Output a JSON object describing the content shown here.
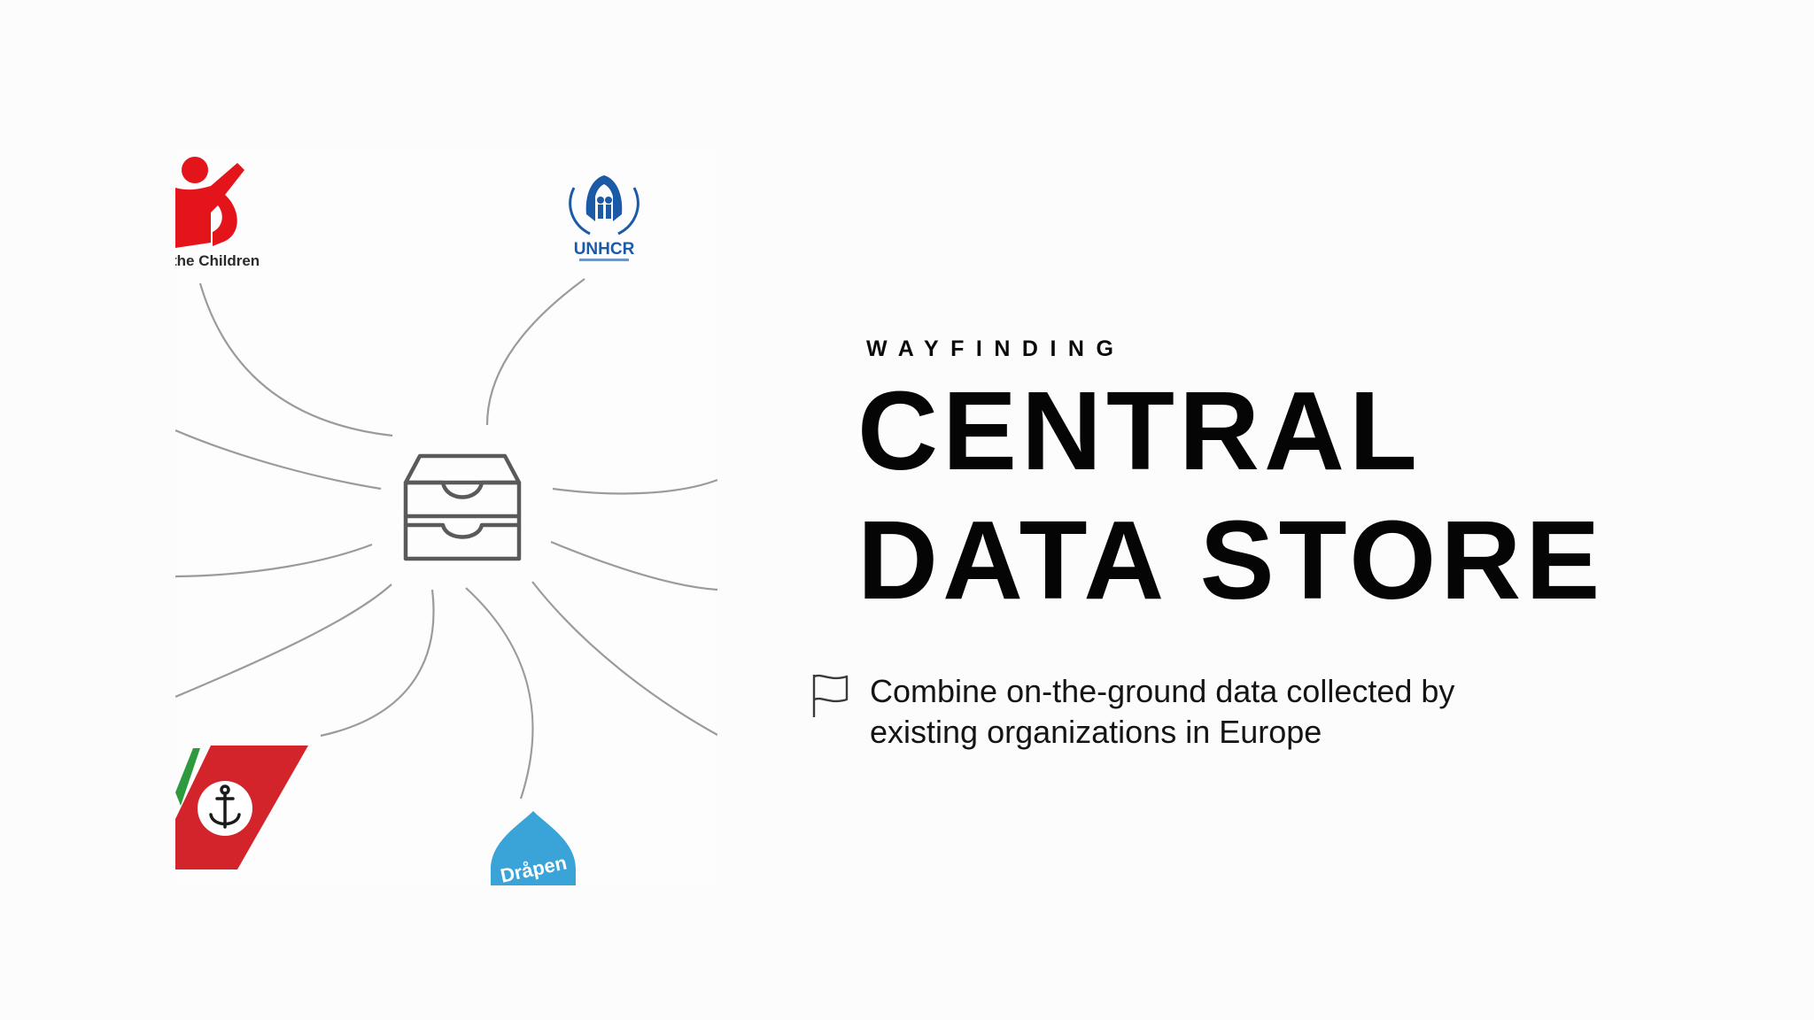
{
  "slide": {
    "eyebrow": "WAYFINDING",
    "title_line1": "CENTRAL",
    "title_line2": "DATA STORE",
    "bullet_icon": "flag-icon",
    "bullet_text": "Combine on-the-ground data collected by existing organizations in Europe"
  },
  "diagram": {
    "center_icon": "stacked-inbox-trays-icon",
    "logos": {
      "save_the_children": {
        "text": "the Children",
        "color": "#e4141b"
      },
      "unhcr": {
        "text": "UNHCR",
        "color": "#1a5aa6"
      },
      "coast_guard": {
        "color": "#d3232b",
        "icon": "anchor-icon"
      },
      "drapen": {
        "text": "Dråpen",
        "color": "#3aa3d8"
      }
    }
  }
}
